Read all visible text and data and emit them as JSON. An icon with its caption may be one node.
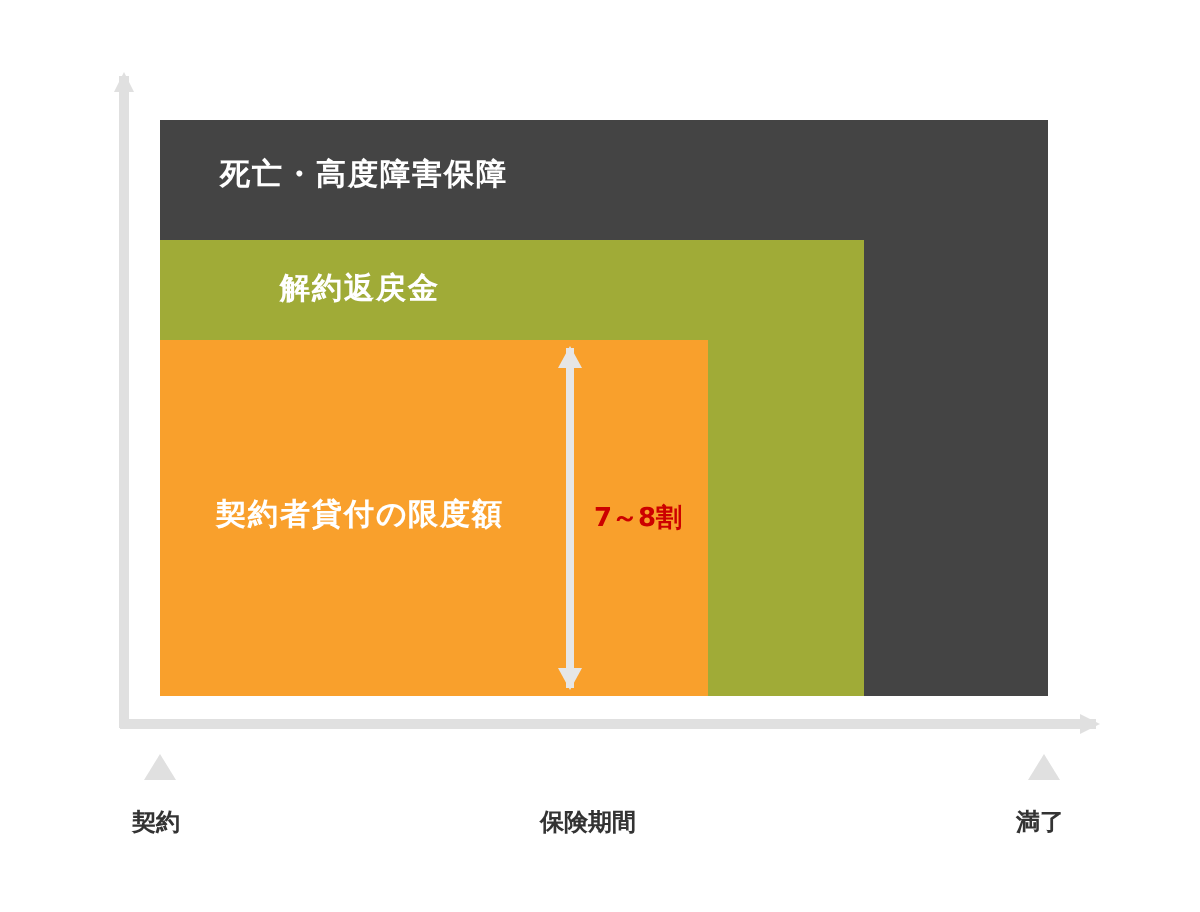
{
  "diagram": {
    "nodes": [
      {
        "text": [
          "死亡・高度障害保障"
        ]
      },
      {
        "text": [
          "解約返戻金"
        ],
        "in": 0
      },
      {
        "text": [
          "契約者貸付の限度額"
        ],
        "in": 1
      }
    ],
    "labels": [
      "7～8割",
      "契約",
      "保険期間",
      "満了"
    ]
  }
}
